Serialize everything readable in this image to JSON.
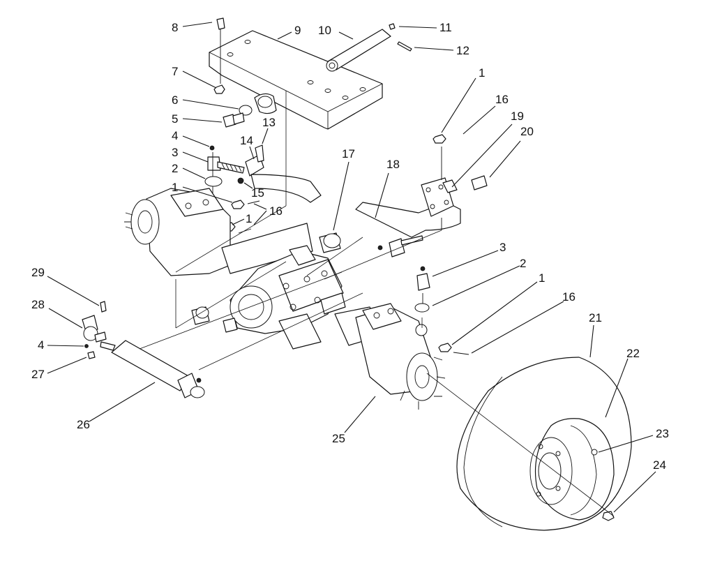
{
  "callouts": [
    {
      "id": "c8a",
      "text": "8"
    },
    {
      "id": "c9",
      "text": "9"
    },
    {
      "id": "c10",
      "text": "10"
    },
    {
      "id": "c11",
      "text": "11"
    },
    {
      "id": "c12",
      "text": "12"
    },
    {
      "id": "c7",
      "text": "7"
    },
    {
      "id": "c6",
      "text": "6"
    },
    {
      "id": "c5",
      "text": "5"
    },
    {
      "id": "c13",
      "text": "13"
    },
    {
      "id": "c4a",
      "text": "4"
    },
    {
      "id": "c14",
      "text": "14"
    },
    {
      "id": "c3a",
      "text": "3"
    },
    {
      "id": "c2a",
      "text": "2"
    },
    {
      "id": "c1a",
      "text": "1"
    },
    {
      "id": "c15",
      "text": "15"
    },
    {
      "id": "c16a",
      "text": "16"
    },
    {
      "id": "c1b",
      "text": "1"
    },
    {
      "id": "c1c",
      "text": "1"
    },
    {
      "id": "c16b",
      "text": "16"
    },
    {
      "id": "c19",
      "text": "19"
    },
    {
      "id": "c20",
      "text": "20"
    },
    {
      "id": "c17",
      "text": "17"
    },
    {
      "id": "c18",
      "text": "18"
    },
    {
      "id": "c3b",
      "text": "3"
    },
    {
      "id": "c2b",
      "text": "2"
    },
    {
      "id": "c1d",
      "text": "1"
    },
    {
      "id": "c16c",
      "text": "16"
    },
    {
      "id": "c29",
      "text": "29"
    },
    {
      "id": "c28",
      "text": "28"
    },
    {
      "id": "c4b",
      "text": "4"
    },
    {
      "id": "c27",
      "text": "27"
    },
    {
      "id": "c26",
      "text": "26"
    },
    {
      "id": "c25",
      "text": "25"
    },
    {
      "id": "c21",
      "text": "21"
    },
    {
      "id": "c22",
      "text": "22"
    },
    {
      "id": "c23",
      "text": "23"
    },
    {
      "id": "c24",
      "text": "24"
    }
  ]
}
